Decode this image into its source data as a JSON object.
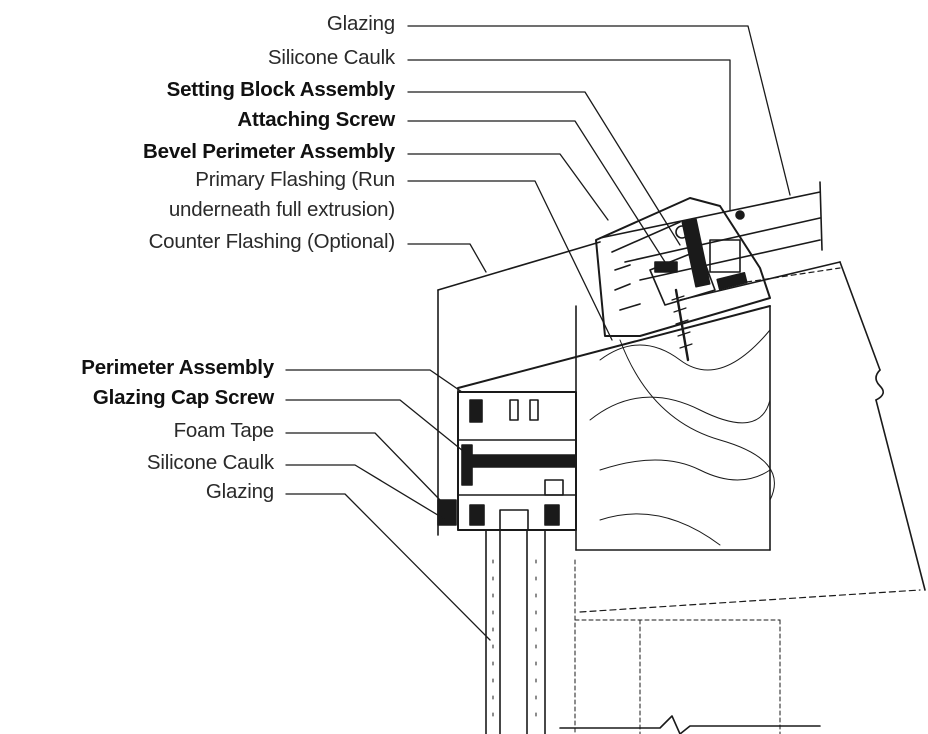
{
  "upper_labels": [
    {
      "id": "glazing-top",
      "text": "Glazing",
      "bold": false
    },
    {
      "id": "silicone-caulk-top",
      "text": "Silicone Caulk",
      "bold": false
    },
    {
      "id": "setting-block-assembly",
      "text": "Setting Block Assembly",
      "bold": true
    },
    {
      "id": "attaching-screw",
      "text": "Attaching Screw",
      "bold": true
    },
    {
      "id": "bevel-perimeter-assembly",
      "text": "Bevel Perimeter Assembly",
      "bold": true
    },
    {
      "id": "primary-flashing-1",
      "text": "Primary Flashing (Run",
      "bold": false
    },
    {
      "id": "primary-flashing-2",
      "text": "underneath full extrusion)",
      "bold": false
    },
    {
      "id": "counter-flashing",
      "text": "Counter Flashing (Optional)",
      "bold": false
    }
  ],
  "lower_labels": [
    {
      "id": "perimeter-assembly",
      "text": "Perimeter Assembly",
      "bold": true
    },
    {
      "id": "glazing-cap-screw",
      "text": "Glazing Cap Screw",
      "bold": true
    },
    {
      "id": "foam-tape",
      "text": "Foam Tape",
      "bold": false
    },
    {
      "id": "silicone-caulk-bottom",
      "text": "Silicone Caulk",
      "bold": false
    },
    {
      "id": "glazing-bottom",
      "text": "Glazing",
      "bold": false
    }
  ]
}
